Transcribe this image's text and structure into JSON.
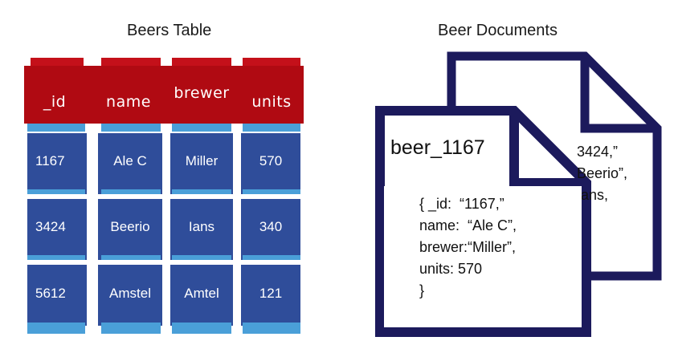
{
  "table": {
    "title": "Beers Table",
    "headers": [
      "_id",
      "name",
      "brewer",
      "units"
    ],
    "rows": [
      [
        "1167",
        "Ale C",
        "Miller",
        "570"
      ],
      [
        "3424",
        "Beerio",
        "Ians",
        "340"
      ],
      [
        "5612",
        "Amstel",
        "Amtel",
        "121"
      ]
    ]
  },
  "documents": {
    "title": "Beer Documents",
    "front": {
      "name": "beer_1167",
      "lines": [
        "{ _id:  “1167,”",
        "name:  “Ale C”,",
        "brewer:“Miller”,",
        "units: 570",
        "}"
      ]
    },
    "back": {
      "lines": [
        "3424,”",
        "Beerio”,",
        "Ians,"
      ]
    }
  },
  "colors": {
    "header_red": "#b00a12",
    "row_blue": "#2f4d9a",
    "light_blue": "#4a9fd8",
    "doc_border": "#1c1a5c"
  }
}
